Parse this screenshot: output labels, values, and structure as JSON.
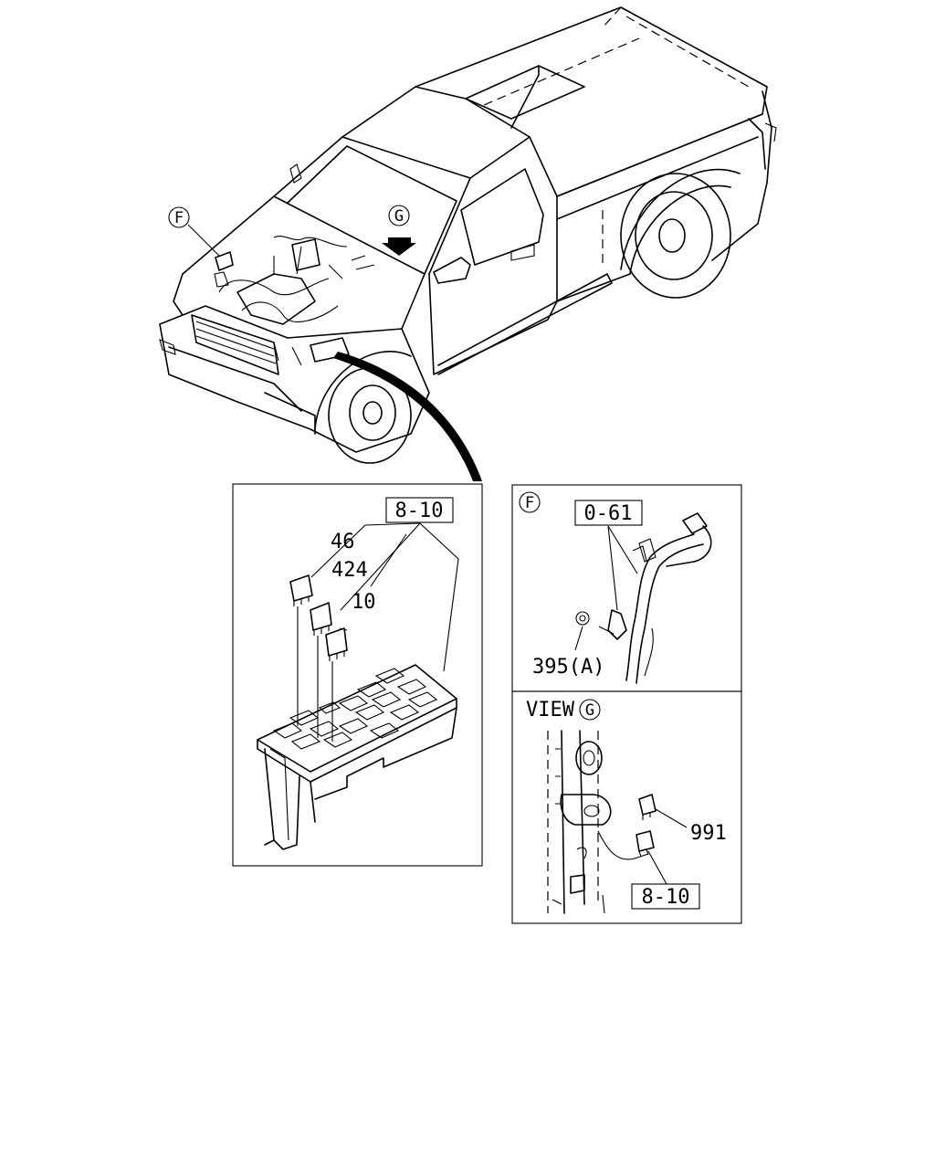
{
  "callouts": {
    "view_f_marker": "F",
    "view_g_marker": "G"
  },
  "panel_relays": {
    "ref_box": "8-10",
    "parts": [
      "46",
      "424",
      "10"
    ]
  },
  "panel_f": {
    "view_letter": "F",
    "ref_box": "0-61",
    "part": "395(A)"
  },
  "panel_g": {
    "view_prefix": "VIEW",
    "view_letter": "G",
    "part": "991",
    "ref_box": "8-10"
  }
}
